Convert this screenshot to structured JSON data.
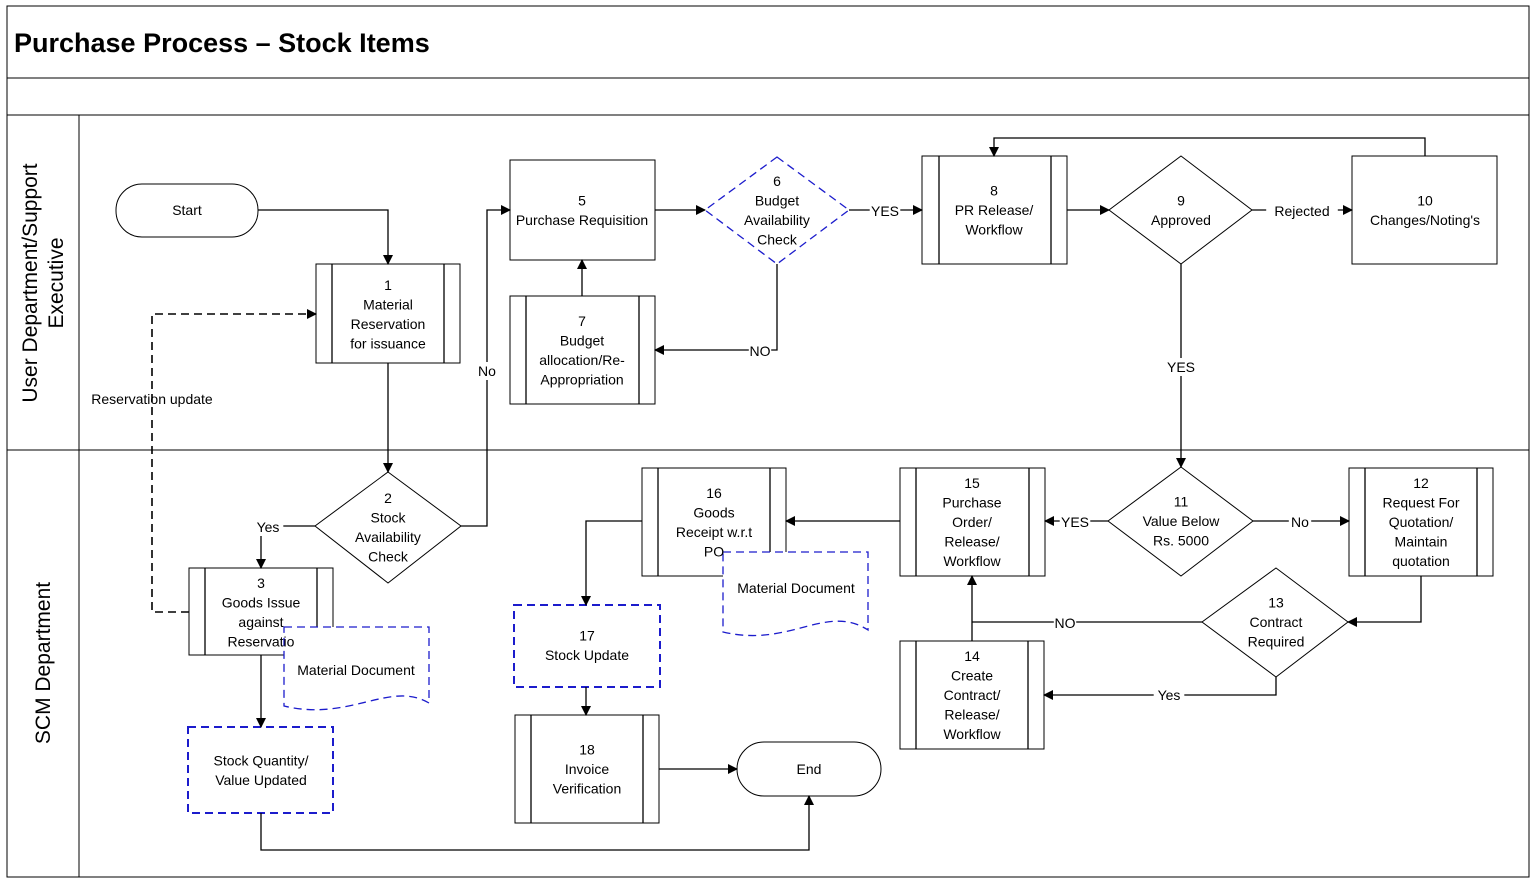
{
  "title": "Purchase Process – Stock Items",
  "lanes": {
    "user": "User Department/Support",
    "user_line2": "Executive",
    "scm": "SCM Department"
  },
  "nodes": {
    "start": [
      "Start"
    ],
    "n1": [
      "1",
      "Material",
      "Reservation",
      "for issuance"
    ],
    "n2": [
      "2",
      "Stock",
      "Availability",
      "Check"
    ],
    "n3": [
      "3",
      "Goods Issue",
      "against",
      "Reservatio"
    ],
    "n5": [
      "5",
      "Purchase Requisition"
    ],
    "n6": [
      "6",
      "Budget",
      "Availability",
      "Check"
    ],
    "n7": [
      "7",
      "Budget",
      "allocation/Re-",
      "Appropriation"
    ],
    "n8": [
      "8",
      "PR Release/",
      "Workflow"
    ],
    "n9": [
      "9",
      "Approved"
    ],
    "n10": [
      "10",
      "Changes/Noting's"
    ],
    "n11": [
      "11",
      "Value Below",
      "Rs. 5000"
    ],
    "n12": [
      "12",
      "Request For",
      "Quotation/",
      "Maintain",
      "quotation"
    ],
    "n13": [
      "13",
      "Contract",
      "Required"
    ],
    "n14": [
      "14",
      "Create",
      "Contract/",
      "Release/",
      "Workflow"
    ],
    "n15": [
      "15",
      "Purchase",
      "Order/",
      "Release/",
      "Workflow"
    ],
    "n16": [
      "16",
      "Goods",
      "Receipt w.r.t",
      "PO"
    ],
    "n17": [
      "17",
      "Stock Update"
    ],
    "n18": [
      "18",
      "Invoice",
      "Verification"
    ],
    "end": [
      "End"
    ],
    "stockqty": [
      "Stock Quantity/",
      "Value Updated"
    ],
    "matdoc1": [
      "Material Document"
    ],
    "matdoc2": [
      "Material Document"
    ]
  },
  "edges": {
    "reservation_update": "Reservation update",
    "no_2_5": "No",
    "yes_2_3": "Yes",
    "yes_6_8": "YES",
    "no_6_7": "NO",
    "rejected": "Rejected",
    "yes_9_11": "YES",
    "yes_11_15": "YES",
    "no_11_12": "No",
    "no_13_15": "NO",
    "yes_13_14": "Yes"
  }
}
